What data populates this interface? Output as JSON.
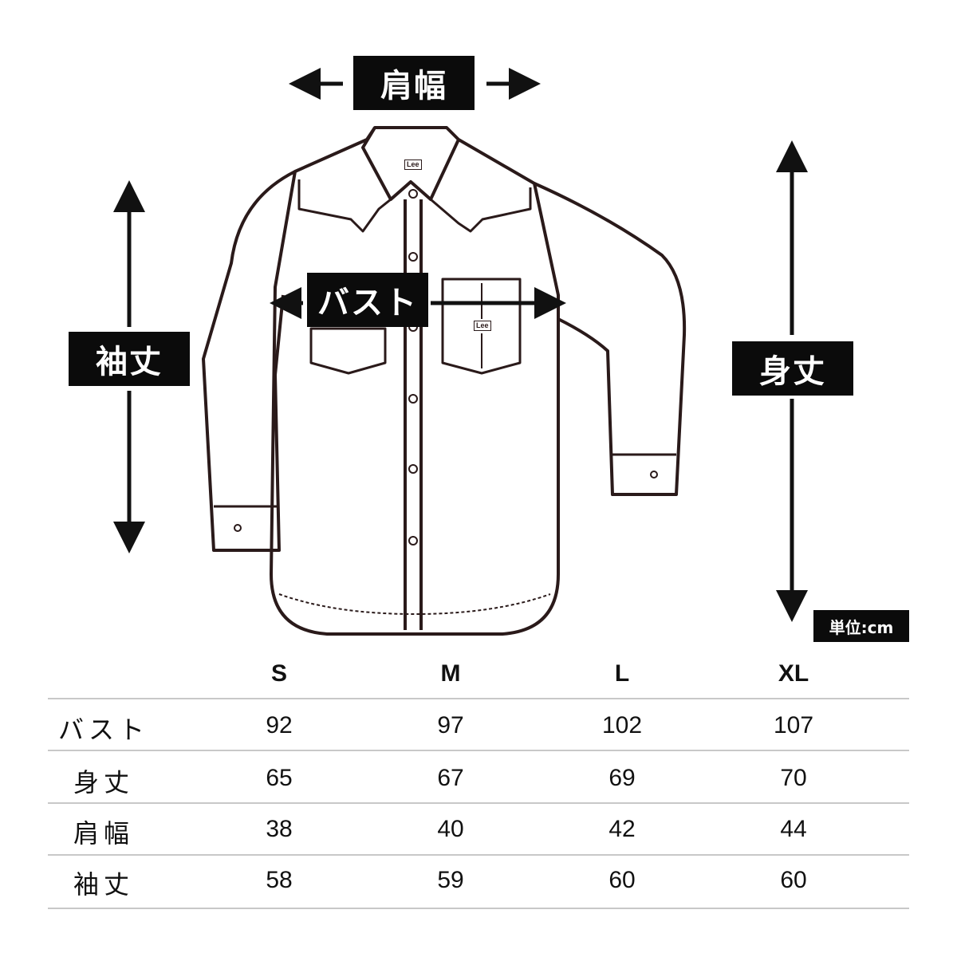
{
  "labels": {
    "shoulder": "肩幅",
    "bust": "バスト",
    "sleeve": "袖丈",
    "length": "身丈",
    "unit": "単位:cm"
  },
  "garment_tag": "Lee",
  "table": {
    "columns": [
      "S",
      "M",
      "L",
      "XL"
    ],
    "rows": [
      {
        "label": "バスト",
        "values": [
          "92",
          "97",
          "102",
          "107"
        ]
      },
      {
        "label": "身丈",
        "values": [
          "65",
          "67",
          "69",
          "70"
        ]
      },
      {
        "label": "肩幅",
        "values": [
          "38",
          "40",
          "42",
          "44"
        ]
      },
      {
        "label": "袖丈",
        "values": [
          "58",
          "59",
          "60",
          "60"
        ]
      }
    ]
  }
}
